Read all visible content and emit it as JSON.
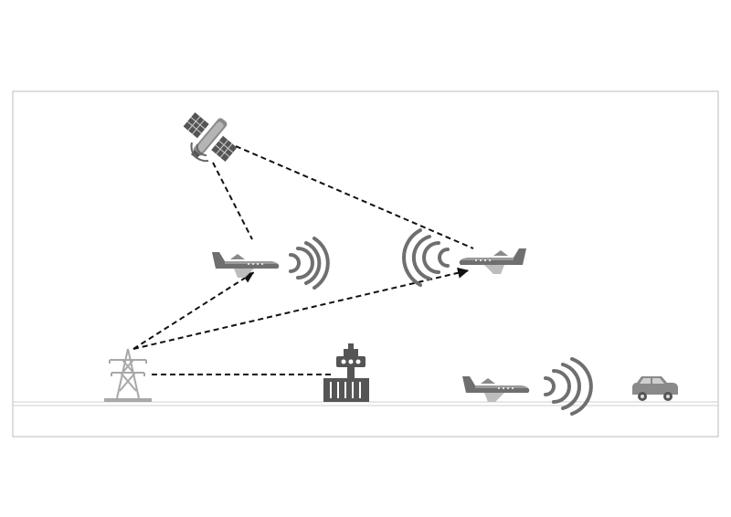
{
  "diagram": {
    "nodes": [
      {
        "id": "satellite",
        "icon": "satellite-icon"
      },
      {
        "id": "aircraft-left",
        "icon": "airplane-icon"
      },
      {
        "id": "aircraft-right",
        "icon": "airplane-icon"
      },
      {
        "id": "aircraft-ground",
        "icon": "airplane-icon"
      },
      {
        "id": "radio-tower",
        "icon": "transmission-tower-icon"
      },
      {
        "id": "control-tower",
        "icon": "control-tower-icon"
      },
      {
        "id": "ground-vehicle",
        "icon": "car-icon"
      }
    ],
    "links": [
      {
        "from": "satellite",
        "to": "aircraft-left",
        "style": "dashed"
      },
      {
        "from": "satellite",
        "to": "aircraft-right",
        "style": "dashed"
      },
      {
        "from": "radio-tower",
        "to": "aircraft-left",
        "style": "dashed-arrow"
      },
      {
        "from": "radio-tower",
        "to": "aircraft-right",
        "style": "dashed-arrow"
      },
      {
        "from": "radio-tower",
        "to": "control-tower",
        "style": "dashed"
      }
    ],
    "signals": [
      {
        "near": "aircraft-left",
        "direction": "right",
        "icon": "signal-waves-icon"
      },
      {
        "near": "aircraft-right",
        "direction": "left",
        "icon": "signal-waves-icon"
      },
      {
        "near": "aircraft-ground",
        "direction": "right",
        "icon": "signal-waves-icon"
      }
    ],
    "colors": {
      "frame": "#bdbdbd",
      "line": "#111111",
      "icon_dark": "#555555",
      "icon_mid": "#7a7a7a",
      "icon_light": "#b5b5b5",
      "ground": "#cfcfcf"
    }
  }
}
